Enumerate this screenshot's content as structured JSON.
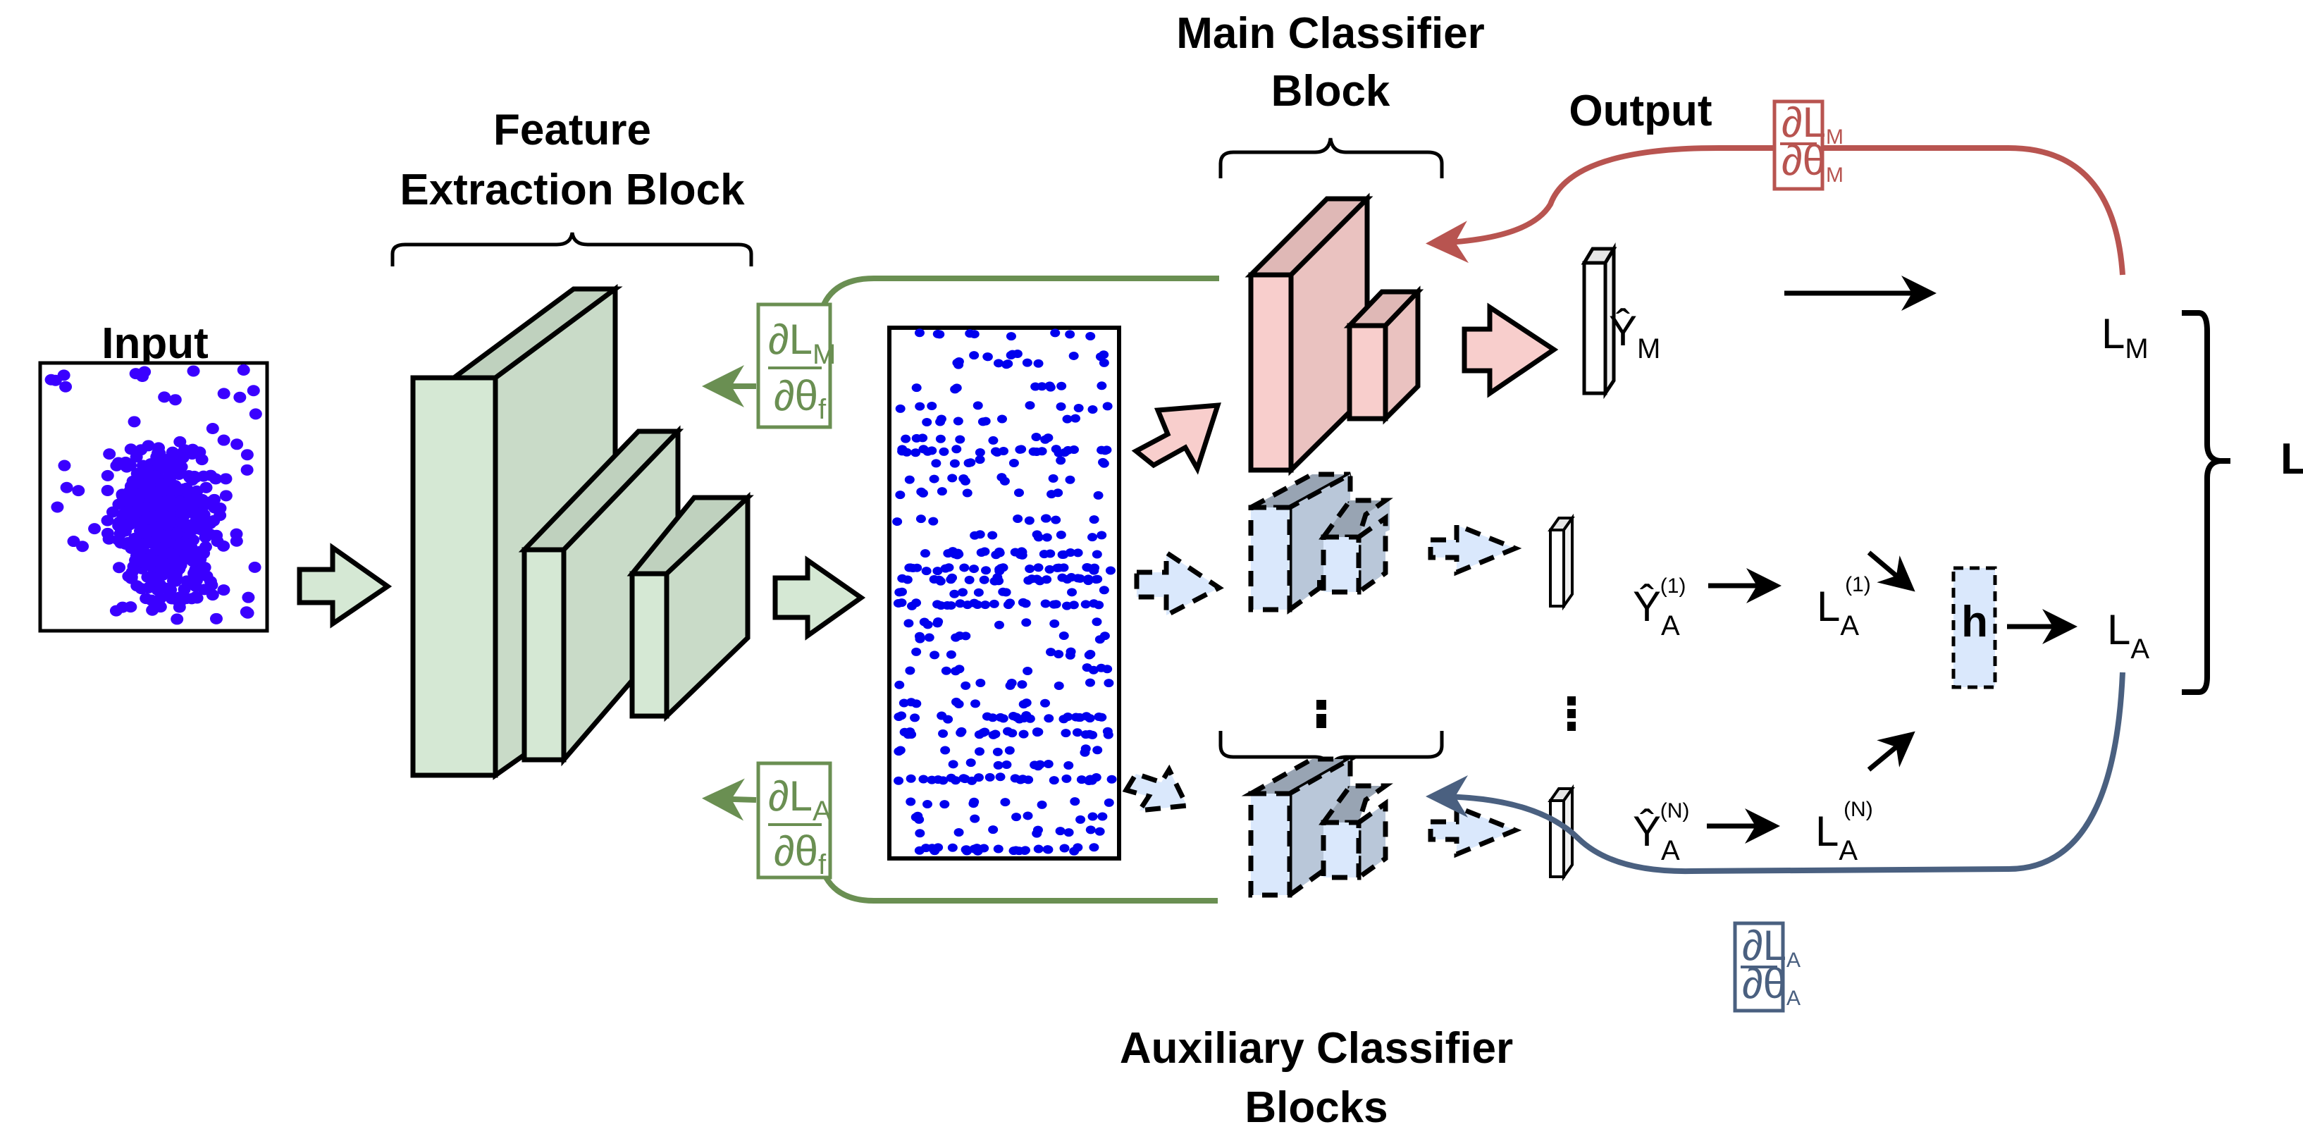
{
  "labels": {
    "input": "Input",
    "feature_line1": "Feature",
    "feature_line2": "Extraction Block",
    "main_line1": "Main Classifier",
    "main_line2": "Block",
    "output": "Output",
    "aux_line1": "Auxiliary Classifier",
    "aux_line2": "Blocks",
    "total_loss": "L",
    "h_block": "h",
    "ellipsis": "⋮"
  },
  "math": {
    "y_hat_main": {
      "base": "Ŷ",
      "sub": "M"
    },
    "loss_main": {
      "base": "L",
      "sub": "M"
    },
    "y_hat_aux_1": {
      "base": "Ŷ",
      "sub": "A",
      "sup": "(1)"
    },
    "y_hat_aux_n": {
      "base": "Ŷ",
      "sub": "A",
      "sup": "(N)"
    },
    "loss_aux_1": {
      "base": "L",
      "sub": "A",
      "sup": "(1)"
    },
    "loss_aux_n": {
      "base": "L",
      "sub": "A",
      "sup": "(N)"
    },
    "loss_aux": {
      "base": "L",
      "sub": "A"
    }
  },
  "gradients": {
    "dLM_dthetaf": {
      "num": "∂L",
      "num_sub": "M",
      "den": "∂θ",
      "den_sub": "f"
    },
    "dLA_dthetaf": {
      "num": "∂L",
      "num_sub": "A",
      "den": "∂θ",
      "den_sub": "f"
    },
    "dLM_dthetaM": {
      "num": "∂L",
      "num_sub": "M",
      "den": "∂θ",
      "den_sub": "M"
    },
    "dLA_dthetaA": {
      "num": "∂L",
      "num_sub": "A",
      "den": "∂θ",
      "den_sub": "A"
    }
  },
  "colors": {
    "feature_green": "#d5e8d4",
    "feature_green_side": "#c9dbc8",
    "feature_green_top": "#bfd1be",
    "main_pink": "#f8cecc",
    "main_pink_side": "#eac2c0",
    "main_pink_top": "#dfb8b6",
    "aux_blue": "#dae8fc",
    "aux_blue_side": "#b9c7d9",
    "aux_blue_top": "#98a4b3",
    "grad_green": "#6a8f52",
    "grad_red": "#b85450",
    "grad_blue": "#4a6080",
    "scatter_purple": "#3a00ff",
    "feature_map_blue": "#0000ee"
  }
}
